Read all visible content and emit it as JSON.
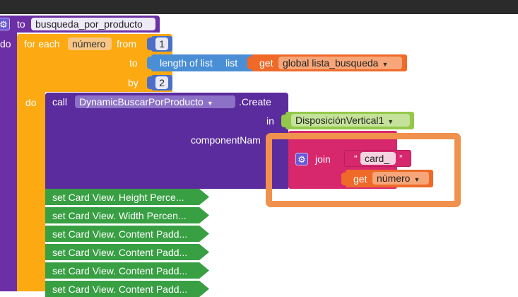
{
  "procedure": {
    "keyword_to": "to",
    "name": "busqueda_por_producto",
    "keyword_do": "do"
  },
  "loop": {
    "for_each": "for each",
    "var_name": "número",
    "from": "from",
    "from_value": "1",
    "to": "to",
    "length_of_list": "length of list",
    "list": "list",
    "get": "get",
    "global_var": "global lista_busqueda",
    "by": "by",
    "by_value": "2",
    "do": "do"
  },
  "call": {
    "call_label": "call",
    "component": "DynamicBuscarPorProducto",
    "method": ".Create",
    "in_label": "in",
    "in_value": "DisposiciónVertical1",
    "component_name_label": "componentNam"
  },
  "join": {
    "label": "join",
    "quote_open": "“",
    "string_value": "card_",
    "quote_close": "”",
    "get_label": "get",
    "get_var": "número"
  },
  "set_blocks": [
    {
      "label": "set Card View. Height Perce..."
    },
    {
      "label": "set Card View. Width Percen..."
    },
    {
      "label": "set Card View. Content Padd..."
    },
    {
      "label": "set Card View. Content Padd..."
    },
    {
      "label": "set Card View. Content Padd..."
    },
    {
      "label": "set Card View. Content Padd..."
    }
  ],
  "colors": {
    "procedure": "#6d2fa6",
    "loop": "#fda912",
    "call": "#5b2c9d",
    "component_call": "#6a34a8",
    "math": "#4c6ec7",
    "list": "#4a8fd6",
    "variable": "#ef6a29",
    "text": "#d7286d",
    "component": "#94c84a",
    "set": "#38a043",
    "highlight": "#f0914d"
  }
}
